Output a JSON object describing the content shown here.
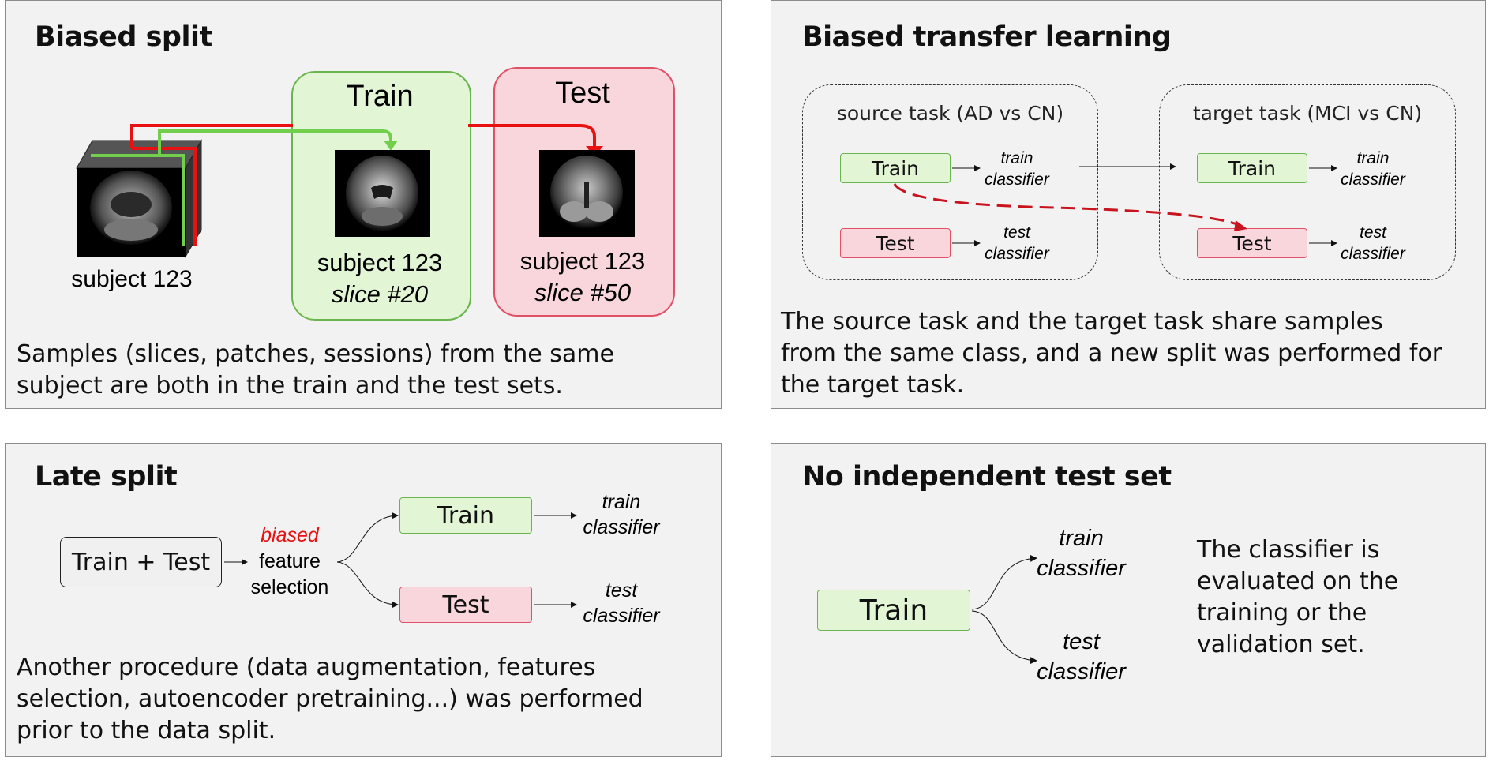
{
  "panels": {
    "biased_split": {
      "title": "Biased split",
      "train_label": "Train",
      "test_label": "Test",
      "subject_label": "subject 123",
      "train_subject": "subject 123",
      "train_slice": "slice #20",
      "test_subject": "subject 123",
      "test_slice": "slice #50",
      "description": [
        "Samples (slices, patches, sessions) from the same",
        "subject are both in the train and the test sets."
      ]
    },
    "biased_transfer": {
      "title": "Biased transfer learning",
      "source_task": "source task (AD vs CN)",
      "target_task": "target task (MCI vs CN)",
      "source_train": "Train",
      "source_test": "Test",
      "target_train": "Train",
      "target_test": "Test",
      "source_train_out": [
        "train",
        "classifier"
      ],
      "source_test_out": [
        "test",
        "classifier"
      ],
      "target_train_out": [
        "train",
        "classifier"
      ],
      "target_test_out": [
        "test",
        "classifier"
      ],
      "description": [
        "The source task and the target task share samples",
        "from the same class, and a new split was performed for",
        "the target task."
      ]
    },
    "late_split": {
      "title": "Late split",
      "input_box": "Train + Test",
      "biased": "biased",
      "feature": "feature",
      "selection": "selection",
      "train_box": "Train",
      "test_box": "Test",
      "train_out": [
        "train",
        "classifier"
      ],
      "test_out": [
        "test",
        "classifier"
      ],
      "description": [
        "Another procedure (data augmentation, features",
        "selection, autoencoder pretraining...) was performed",
        "prior to the data split."
      ]
    },
    "no_independent": {
      "title": "No independent test set",
      "train_box": "Train",
      "train_out": [
        "train",
        "classifier"
      ],
      "test_out": [
        "test",
        "classifier"
      ],
      "description": [
        "The classifier is",
        "evaluated on the",
        "training or the",
        "validation set."
      ]
    }
  },
  "colors": {
    "panel_bg": "#f2f2f2",
    "green_fill": "#e2f5d5",
    "green_border": "#6ab44e",
    "red_fill": "#f8d6db",
    "red_border": "#e05066",
    "red_arrow": "#e81010",
    "dashed_arrow": "#c8141e"
  },
  "icons": [
    "brain-mri-slice",
    "brain-mri-volume"
  ]
}
